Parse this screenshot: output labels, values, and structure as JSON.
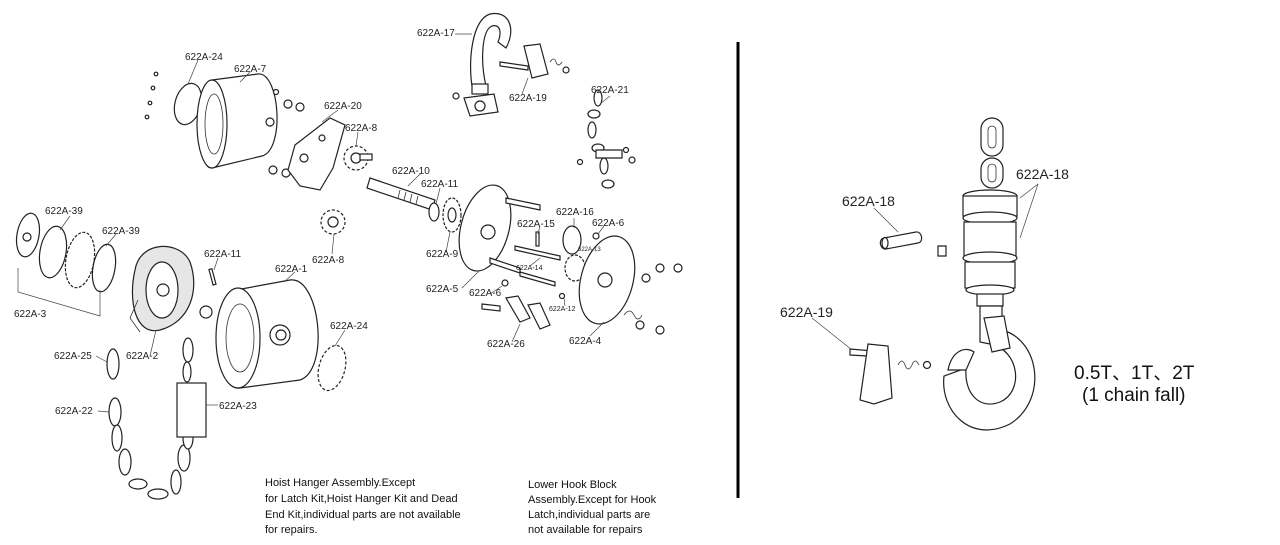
{
  "labels": {
    "l24a": "622A-24",
    "l7": "622A-7",
    "l20": "622A-20",
    "l8a": "622A-8",
    "l17": "622A-17",
    "l19a": "622A-19",
    "l21": "622A-21",
    "l10": "622A-10",
    "l11a": "622A-11",
    "l15": "622A-15",
    "l16": "622A-16",
    "l6a": "622A-6",
    "l13": "622A-13",
    "l39a": "622A-39",
    "l39b": "622A-39",
    "l3": "622A-3",
    "l11b": "622A-11",
    "l1": "622A-1",
    "l8b": "622A-8",
    "l9": "622A-9",
    "l5": "622A-5",
    "l14": "622A-14",
    "l6b": "622A-6",
    "l12": "622A-12",
    "l4": "622A-4",
    "l26": "622A-26",
    "l25": "622A-25",
    "l2": "622A-2",
    "l24b": "622A-24",
    "l22": "622A-22",
    "l23": "622A-23",
    "r18a": "622A-18",
    "r18b": "622A-18",
    "r19": "622A-19"
  },
  "notes": {
    "hanger": [
      "Hoist Hanger Assembly.Except",
      "for Latch Kit,Hoist Hanger Kit and Dead",
      "End Kit,individual parts are not available",
      "for repairs."
    ],
    "hook": [
      "Lower Hook Block",
      "Assembly.Except for Hook",
      "Latch,individual parts are",
      "not available for repairs"
    ]
  },
  "caption": {
    "line1": "0.5T、1T、2T",
    "line2": "(1 chain fall)"
  }
}
